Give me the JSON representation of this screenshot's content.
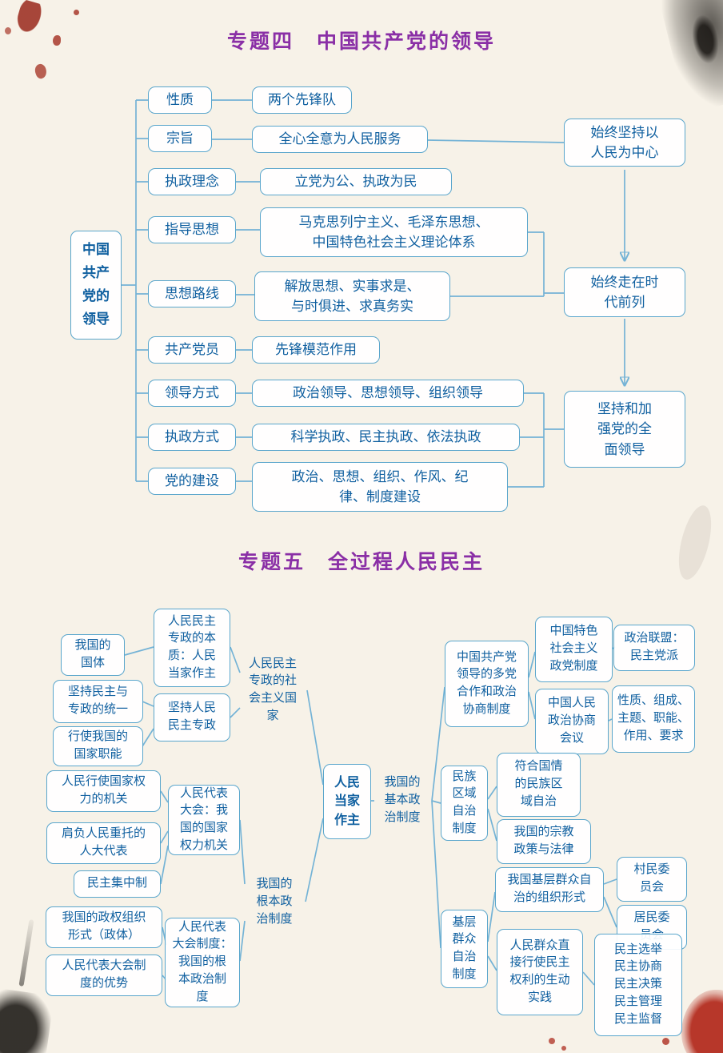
{
  "colors": {
    "accent_blue": "#5aa6cc",
    "text_blue": "#1060a0",
    "title_purple": "#8a2fa6",
    "connector_blue": "#74b3d6",
    "splatter_red": "#a8392b",
    "ink_black": "#26231f"
  },
  "topic4": {
    "title": "专题四　中国共产党的领导",
    "root": "中国\n共产\n党的\n领导",
    "rows": [
      {
        "label": "性质",
        "content": "两个先锋队"
      },
      {
        "label": "宗旨",
        "content": "全心全意为人民服务"
      },
      {
        "label": "执政理念",
        "content": "立党为公、执政为民"
      },
      {
        "label": "指导思想",
        "content": "马克思列宁主义、毛泽东思想、\n中国特色社会主义理论体系"
      },
      {
        "label": "思想路线",
        "content": "解放思想、实事求是、\n与时俱进、求真务实"
      },
      {
        "label": "共产党员",
        "content": "先锋模范作用"
      },
      {
        "label": "领导方式",
        "content": "政治领导、思想领导、组织领导"
      },
      {
        "label": "执政方式",
        "content": "科学执政、民主执政、依法执政"
      },
      {
        "label": "党的建设",
        "content": "政治、思想、组织、作风、纪\n律、制度建设"
      }
    ],
    "summaries": [
      "始终坚持以\n人民为中心",
      "始终走在时\n代前列",
      "坚持和加\n强党的全\n面领导"
    ]
  },
  "topic5": {
    "title": "专题五　全过程人民民主",
    "nodes": {
      "center": "人民\n当家\n作主",
      "state_form": "我国的\n国体",
      "essence": "人民民主\n专政的本\n质：人民\n当家作主",
      "unity": "坚持民主与\n专政的统一",
      "functions": "行使我国的\n国家职能",
      "uphold": "坚持人民\n民主专政",
      "socialist_state": "人民民主\n专政的社\n会主义国\n家",
      "power_organ": "人民行使国家权\n力的机关",
      "deputies": "肩负人民重托的\n人大代表",
      "centralism": "民主集中制",
      "npc": "人民代表\n大会：我\n国的国家\n权力机关",
      "polity": "我国的政权组织\n形式（政体）",
      "advantage": "人民代表大会制\n度的优势",
      "npc_system": "人民代表\n大会制度：\n我国的根\n本政治制\n度",
      "fundamental": "我国的\n根本政\n治制度",
      "basic": "我国的\n基本政\n治制度",
      "multiparty": "中国共产党\n领导的多党\n合作和政治\n协商制度",
      "party_system": "中国特色\n社会主义\n政党制度",
      "cppcc": "中国人民\n政治协商\n会议",
      "alliance": "政治联盟：\n民主党派",
      "cppcc_points": "性质、组成、\n主题、职能、\n作用、要求",
      "regional_autonomy": "民族\n区域\n自治\n制度",
      "suited": "符合国情\n的民族区\n域自治",
      "religion": "我国的宗教\n政策与法律",
      "grassroots": "基层\n群众\n自治\n制度",
      "org_forms": "我国基层群众自\n治的组织形式",
      "villagers": "村民委\n员会",
      "residents": "居民委\n员会",
      "practice": "人民群众直\n接行使民主\n权利的生动\n实践",
      "five_democracy": "民主选举\n民主协商\n民主决策\n民主管理\n民主监督"
    }
  }
}
